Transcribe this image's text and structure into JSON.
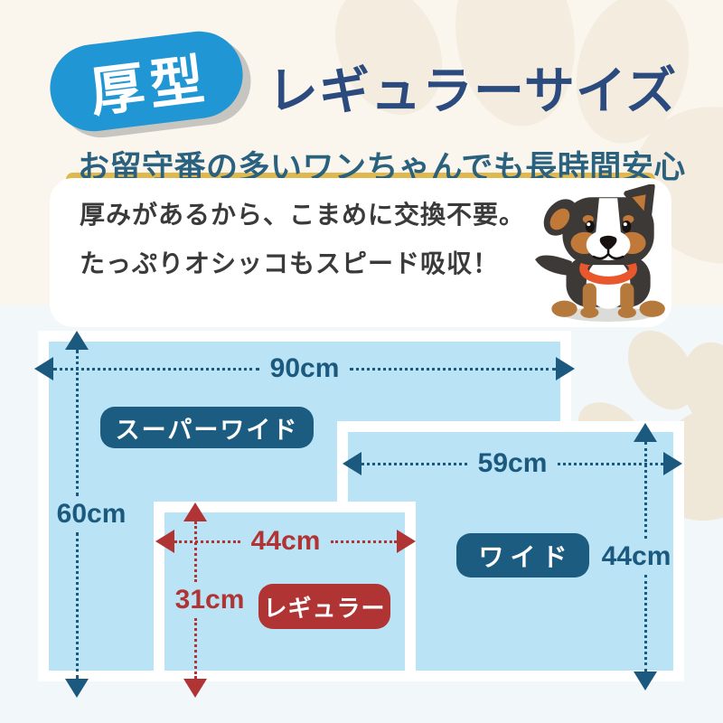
{
  "header": {
    "badge_label": "厚型",
    "title": "レギュラーサイズ",
    "subtitle": "お留守番の多いワンちゃんでも長時間安心"
  },
  "description": {
    "line1": "厚みがあるから、こまめに交換不要。",
    "line2": "たっぷりオシッコもスピード吸収！"
  },
  "diagram": {
    "sizes": [
      {
        "name": "スーパーワイド",
        "width": "90cm",
        "height": "60cm"
      },
      {
        "name": "ワイド",
        "width": "59cm",
        "height": "44cm"
      },
      {
        "name": "レギュラー",
        "width": "44cm",
        "height": "31cm"
      }
    ]
  },
  "icons": {
    "dog": "dog-illustration",
    "paw": "paw-print"
  },
  "colors": {
    "badge_blue": "#2096d4",
    "title_navy": "#2b4a7e",
    "subtitle_teal": "#2a617e",
    "underline_yellow": "#dfb94f",
    "pad_blue": "#bae4f5",
    "dimension_blue": "#1b5a7e",
    "regular_red": "#b13434",
    "background_cream": "#faf6ed",
    "background_lower_blue": "#f2f7fa",
    "collar_orange": "#e8582c"
  }
}
